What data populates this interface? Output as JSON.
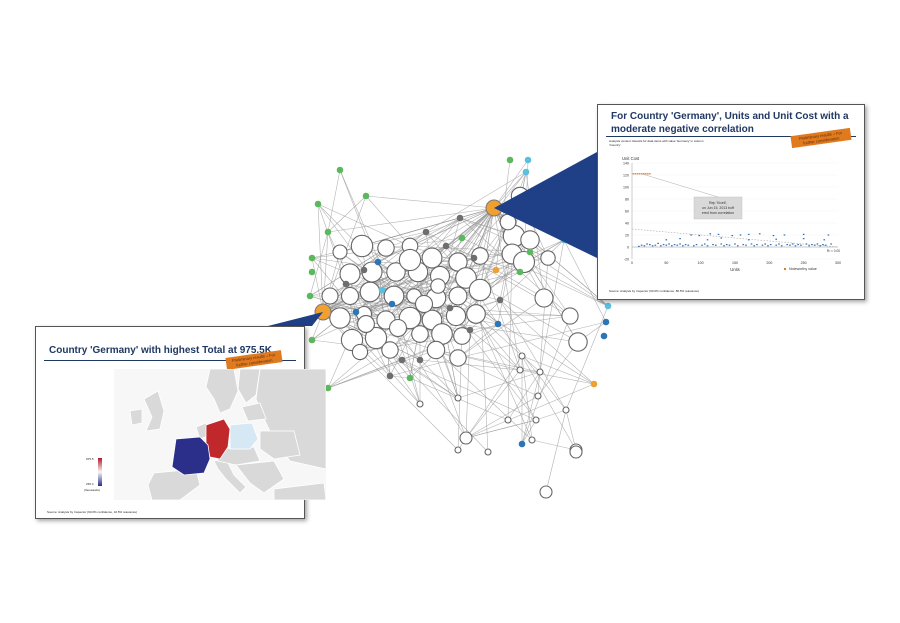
{
  "map_callout": {
    "title": "Country 'Germany' with highest Total at 975.5K",
    "badge": "Preliminary results – For further consideration",
    "source": "Source: Analysis by Inspector (90.0% confidence, 10.5% relevance)",
    "legend_max": "975.5",
    "legend_min": "235.4",
    "legend_unit": "(thousands)"
  },
  "scatter_callout": {
    "title": "For Country 'Germany', Units and Unit Cost with a moderate negative correlation",
    "badge": "Preliminary results – For further consideration",
    "analysis_note": "Analysis context: Results for data items with value 'Germany' in column 'Country'",
    "source": "Source: Analysis by Inspector (90.0% confidence, 86.5% relevance)",
    "annotation": "Rep 'Kivell', on Jun 15, 2013 boffered from correlation",
    "legend_label": "Noteworthy value",
    "axis_legend": "R² = 0.00"
  },
  "chart_data": {
    "type": "scatter",
    "title": "For Country 'Germany', Units and Unit Cost with a moderate negative correlation",
    "xlabel": "Units",
    "ylabel": "Unit Cost",
    "xlim": [
      0,
      300
    ],
    "ylim": [
      -20,
      140
    ],
    "xticks": [
      0,
      50,
      100,
      150,
      200,
      250,
      300
    ],
    "yticks": [
      -20,
      0,
      20,
      40,
      60,
      80,
      100,
      120,
      140
    ],
    "series": [
      {
        "name": "",
        "color": "#2e6fb5",
        "points": [
          [
            10,
            1
          ],
          [
            14,
            3
          ],
          [
            18,
            2
          ],
          [
            22,
            5
          ],
          [
            26,
            4
          ],
          [
            30,
            2
          ],
          [
            34,
            3
          ],
          [
            38,
            6
          ],
          [
            42,
            2
          ],
          [
            46,
            4
          ],
          [
            50,
            3
          ],
          [
            54,
            5
          ],
          [
            58,
            2
          ],
          [
            62,
            4
          ],
          [
            66,
            3
          ],
          [
            70,
            5
          ],
          [
            74,
            2
          ],
          [
            78,
            4
          ],
          [
            82,
            3
          ],
          [
            86,
            20
          ],
          [
            90,
            2
          ],
          [
            94,
            4
          ],
          [
            98,
            19
          ],
          [
            102,
            3
          ],
          [
            106,
            5
          ],
          [
            110,
            2
          ],
          [
            114,
            22
          ],
          [
            118,
            4
          ],
          [
            122,
            3
          ],
          [
            126,
            21
          ],
          [
            130,
            5
          ],
          [
            134,
            2
          ],
          [
            138,
            4
          ],
          [
            142,
            3
          ],
          [
            146,
            19
          ],
          [
            150,
            5
          ],
          [
            154,
            2
          ],
          [
            158,
            20
          ],
          [
            162,
            4
          ],
          [
            166,
            3
          ],
          [
            170,
            21
          ],
          [
            174,
            5
          ],
          [
            178,
            2
          ],
          [
            182,
            4
          ],
          [
            186,
            22
          ],
          [
            190,
            3
          ],
          [
            194,
            5
          ],
          [
            198,
            2
          ],
          [
            202,
            4
          ],
          [
            206,
            19
          ],
          [
            210,
            3
          ],
          [
            214,
            5
          ],
          [
            218,
            2
          ],
          [
            222,
            20
          ],
          [
            226,
            4
          ],
          [
            230,
            3
          ],
          [
            234,
            5
          ],
          [
            238,
            2
          ],
          [
            242,
            4
          ],
          [
            246,
            3
          ],
          [
            250,
            21
          ],
          [
            254,
            5
          ],
          [
            258,
            2
          ],
          [
            262,
            4
          ],
          [
            266,
            3
          ],
          [
            270,
            5
          ],
          [
            274,
            2
          ],
          [
            278,
            4
          ],
          [
            282,
            3
          ],
          [
            286,
            20
          ],
          [
            290,
            5
          ],
          [
            50,
            12
          ],
          [
            70,
            14
          ],
          [
            110,
            12
          ],
          [
            130,
            15
          ],
          [
            170,
            12
          ],
          [
            210,
            13
          ],
          [
            250,
            14
          ],
          [
            280,
            12
          ]
        ]
      },
      {
        "name": "Noteworthy value",
        "color": "#e07a1e",
        "points": [
          [
            2,
            122
          ],
          [
            5,
            122
          ],
          [
            8,
            122
          ],
          [
            11,
            122
          ],
          [
            14,
            122
          ],
          [
            17,
            122
          ],
          [
            20,
            122
          ],
          [
            23,
            122
          ],
          [
            26,
            122
          ]
        ]
      }
    ],
    "trendline": [
      [
        0,
        30
      ],
      [
        300,
        0
      ]
    ]
  },
  "colors": {
    "title_blue": "#1f3864",
    "accent_orange": "#e07a1e",
    "germany_red": "#c0282b",
    "france_navy": "#2b2f8a",
    "poland_lightblue": "#d6e8f3",
    "network_green": "#5cb85c",
    "network_blue": "#2e75b6",
    "network_lightblue": "#5bc0de",
    "network_gray": "#6e6e6e",
    "network_orange": "#f0a030"
  }
}
